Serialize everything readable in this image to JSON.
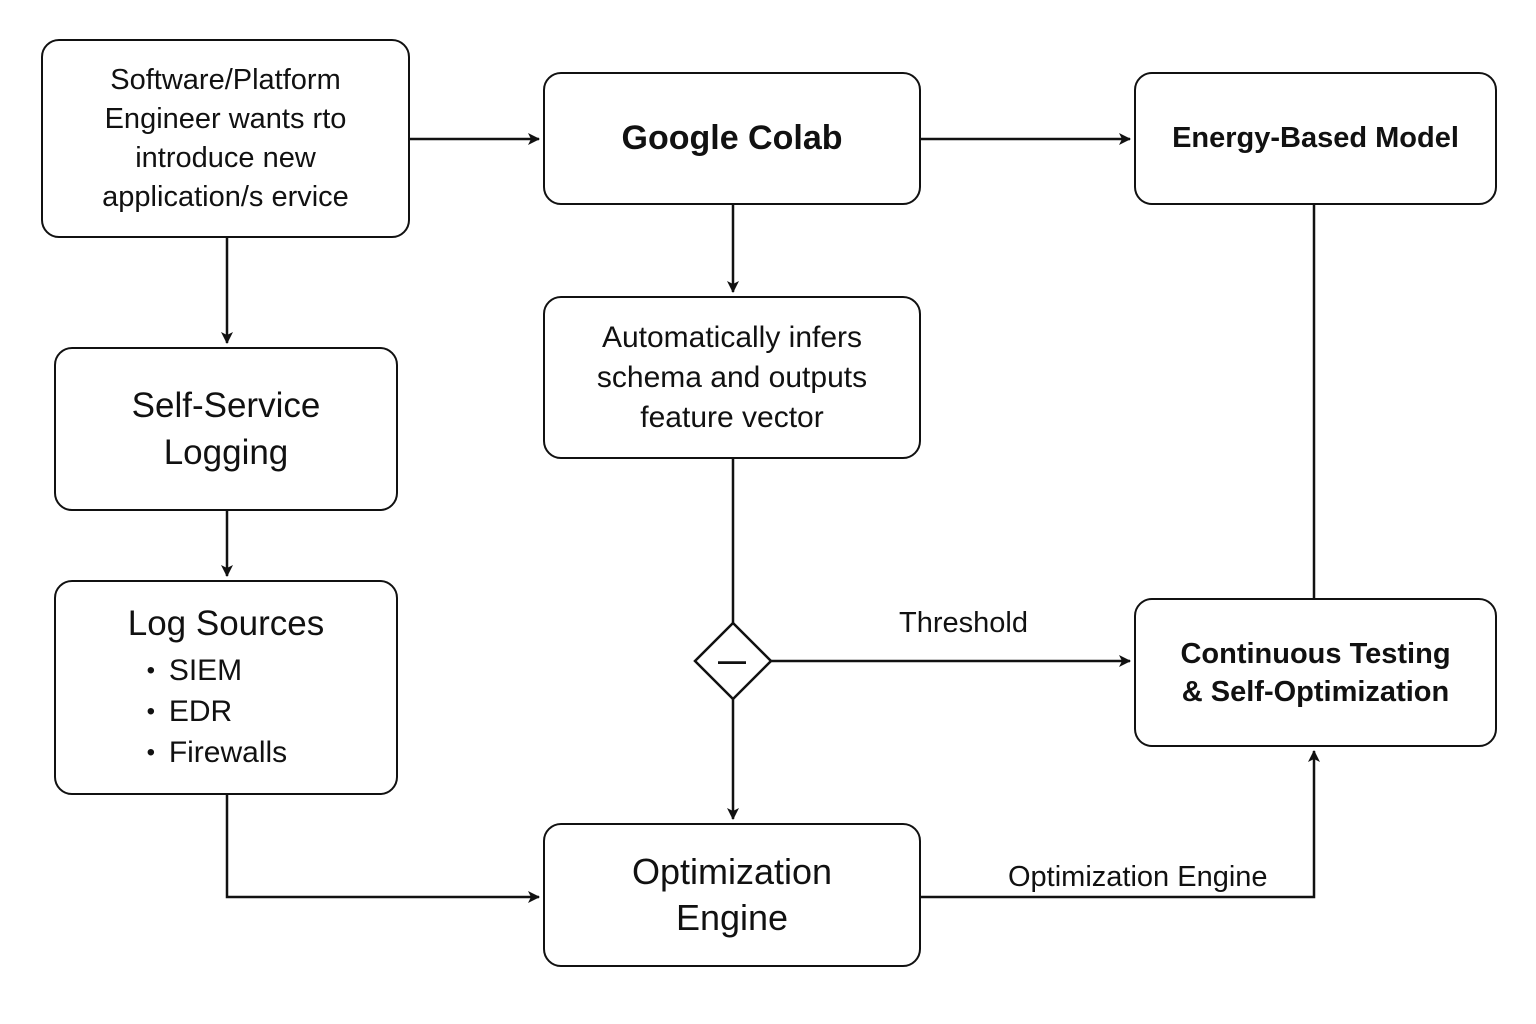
{
  "nodes": {
    "engineer": {
      "lines": [
        "Software/Platform",
        "Engineer wants rto",
        "introduce new",
        "application/s ervice"
      ]
    },
    "colab": {
      "label": "Google Colab"
    },
    "ebm": {
      "label": "Energy-Based Model"
    },
    "logging": {
      "lines": [
        "Self-Service",
        "Logging"
      ]
    },
    "infer": {
      "lines": [
        "Automatically infers",
        "schema and outputs",
        "feature vector"
      ]
    },
    "sources": {
      "heading": "Log Sources",
      "items": [
        "SIEM",
        "EDR",
        "Firewalls"
      ]
    },
    "testing": {
      "lines": [
        "Continuous Testing",
        "& Self-Optimization"
      ]
    },
    "optimization": {
      "lines": [
        "Optimization",
        "Engine"
      ]
    },
    "decision": {
      "symbol": "—"
    }
  },
  "edge_labels": {
    "threshold": "Threshold",
    "optimization_engine": "Optimization Engine"
  },
  "colors": {
    "stroke": "#111111",
    "background": "#ffffff"
  }
}
